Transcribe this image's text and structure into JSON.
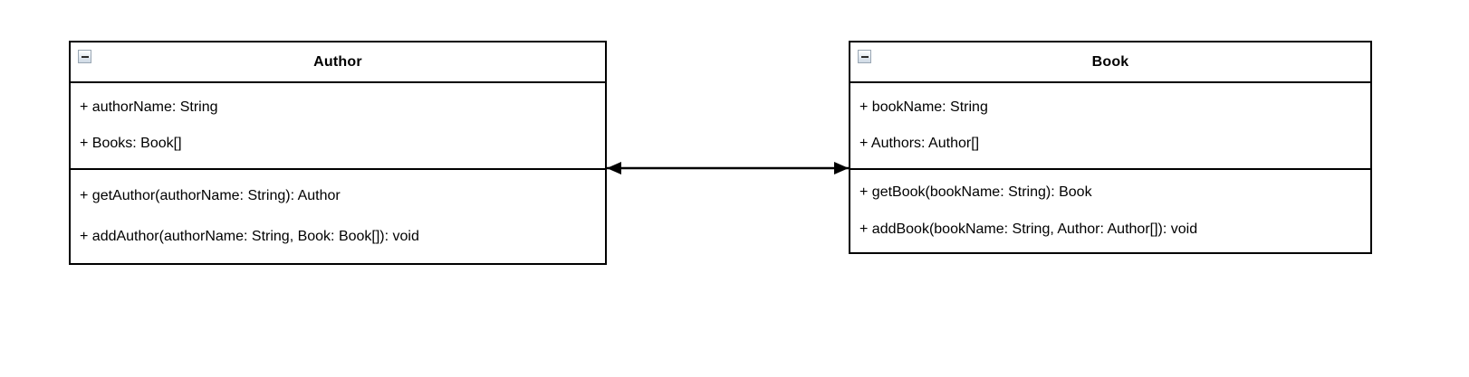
{
  "diagram": {
    "type": "uml-class-diagram",
    "background_color": "#ffffff",
    "line_color": "#000000"
  },
  "classes": [
    {
      "name": "Author",
      "collapse_icon": "collapse-minus-icon",
      "attributes": [
        "+ authorName: String",
        "+ Books: Book[]"
      ],
      "methods": [
        "+ getAuthor(authorName: String): Author",
        "+ addAuthor(authorName: String, Book: Book[]): void"
      ]
    },
    {
      "name": "Book",
      "collapse_icon": "collapse-minus-icon",
      "attributes": [
        "+ bookName: String",
        "+ Authors: Author[]"
      ],
      "methods": [
        "+ getBook(bookName: String): Book",
        "+ addBook(bookName: String, Author: Author[]): void"
      ]
    }
  ],
  "relationship": {
    "kind": "bidirectional-association",
    "source": "Author",
    "target": "Book",
    "label": "",
    "arrowhead_start": "filled-triangle-left",
    "arrowhead_end": "filled-triangle-right"
  }
}
